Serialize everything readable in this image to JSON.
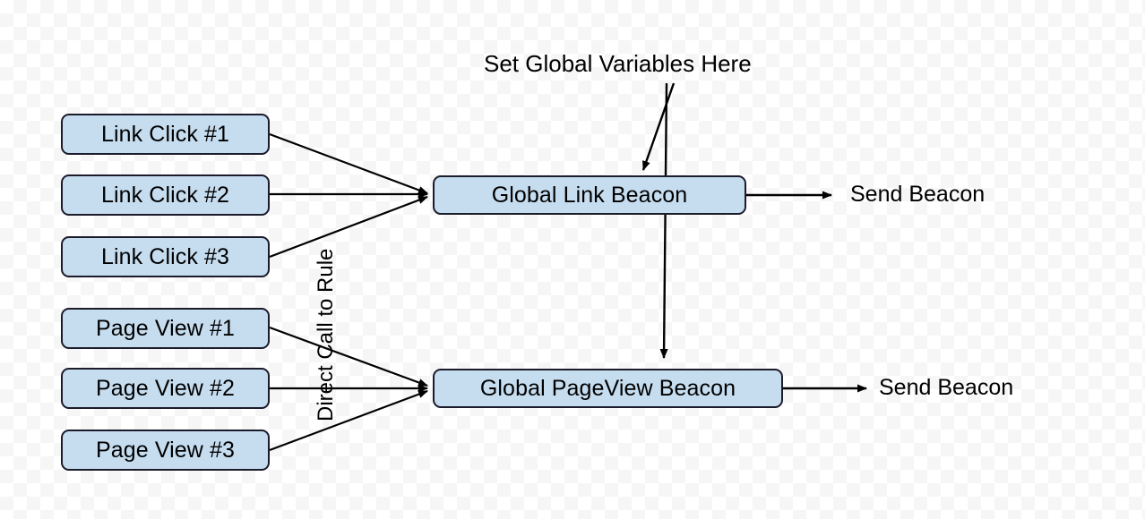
{
  "diagram": {
    "title_annotation": "Set Global Variables Here",
    "edge_label_vertical": "Direct Call to Rule",
    "colors": {
      "node_fill": "#c6ddf0",
      "node_border": "#1b1b2b",
      "edge": "#000000",
      "text": "#000000",
      "background": "#ffffff"
    },
    "triggers_link": [
      {
        "label": "Link Click #1"
      },
      {
        "label": "Link Click #2"
      },
      {
        "label": "Link Click #3"
      }
    ],
    "triggers_page": [
      {
        "label": "Page View #1"
      },
      {
        "label": "Page View #2"
      },
      {
        "label": "Page View #3"
      }
    ],
    "beacons": [
      {
        "label": "Global Link Beacon"
      },
      {
        "label": "Global PageView Beacon"
      }
    ],
    "outputs": [
      {
        "label": "Send Beacon"
      },
      {
        "label": "Send Beacon"
      }
    ]
  }
}
